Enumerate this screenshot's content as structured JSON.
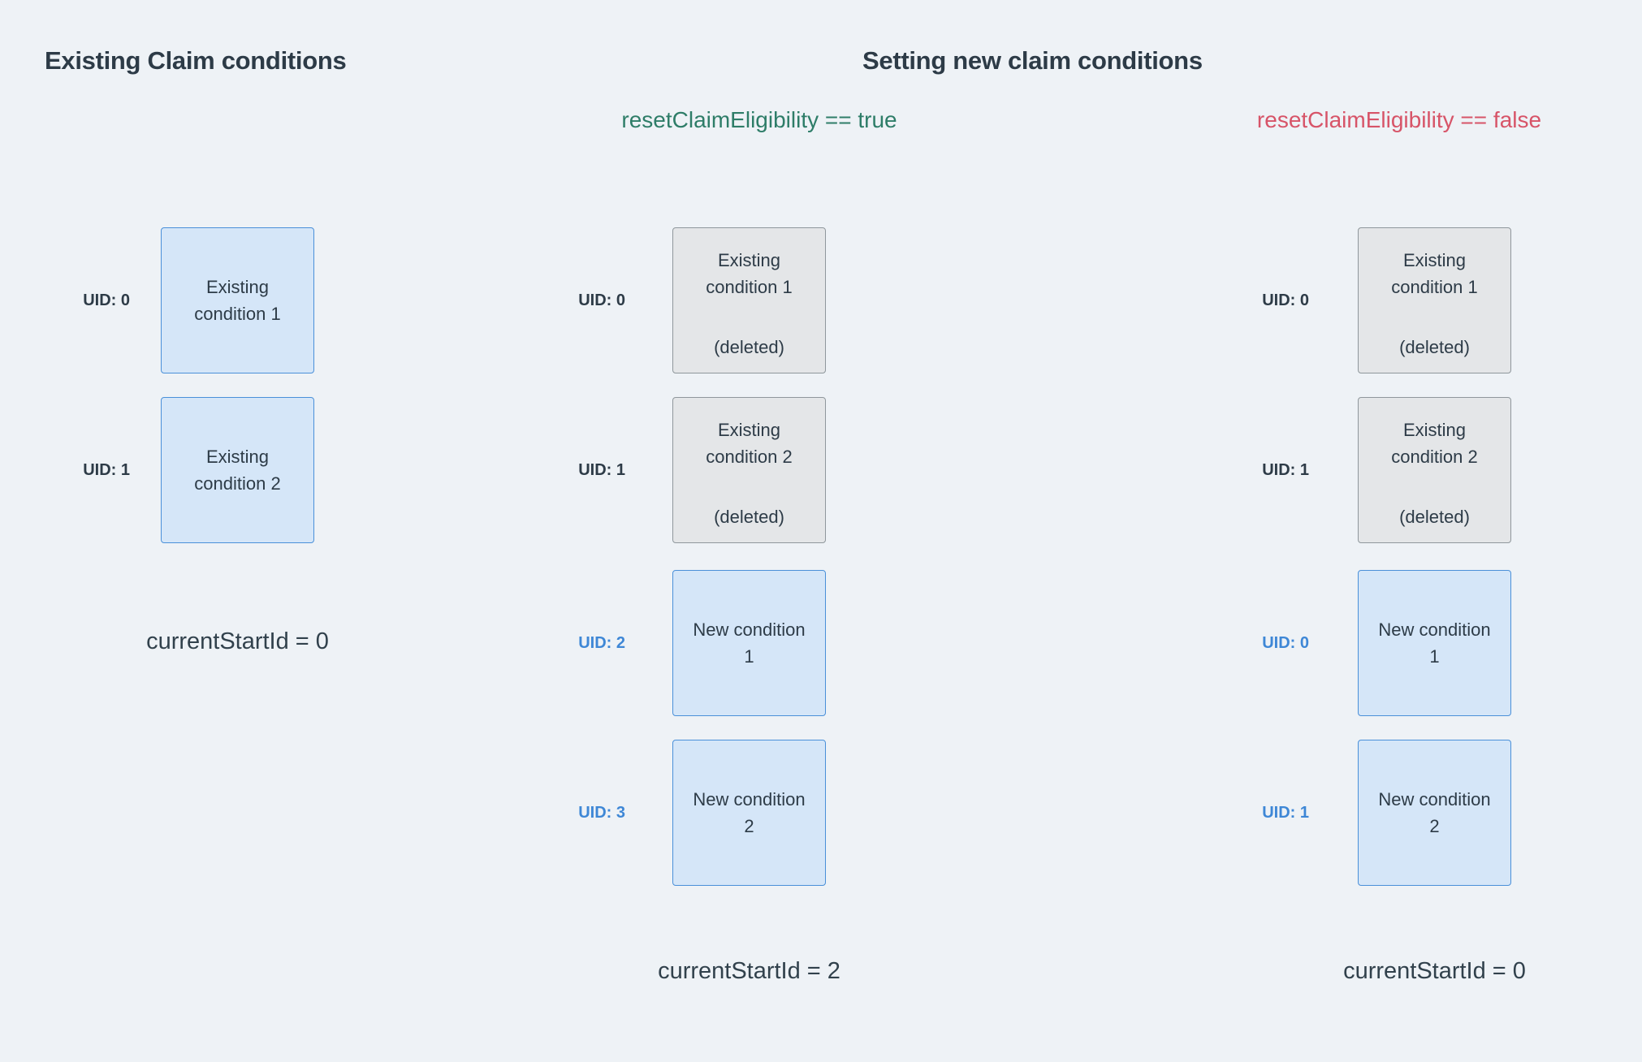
{
  "headings": {
    "left": "Existing Claim conditions",
    "right": "Setting new claim conditions"
  },
  "scenarios": {
    "true_label": "resetClaimEligibility == true",
    "false_label": "resetClaimEligibility == false"
  },
  "colors": {
    "bg": "#eef2f6",
    "ink": "#2d3b47",
    "green": "#2e7d68",
    "red": "#d75468",
    "blue_label": "#3e87d6",
    "box_blue_fill": "#d5e6f8",
    "box_blue_border": "#4a90d9",
    "box_gray_fill": "#e4e6e8",
    "box_gray_border": "#8f979c"
  },
  "columns": [
    {
      "name": "existing-claim-conditions",
      "rows": [
        {
          "uid": "UID: 0",
          "uid_style": "dark",
          "box": "blue",
          "lines": [
            "Existing",
            "condition 1"
          ]
        },
        {
          "uid": "UID: 1",
          "uid_style": "dark",
          "box": "blue",
          "lines": [
            "Existing",
            "condition 2"
          ]
        }
      ],
      "footer": "currentStartId = 0"
    },
    {
      "name": "reset-true",
      "rows": [
        {
          "uid": "UID: 0",
          "uid_style": "dark",
          "box": "gray",
          "lines": [
            "Existing",
            "condition 1"
          ],
          "note": "(deleted)"
        },
        {
          "uid": "UID: 1",
          "uid_style": "dark",
          "box": "gray",
          "lines": [
            "Existing",
            "condition 2"
          ],
          "note": "(deleted)"
        },
        {
          "uid": "UID: 2",
          "uid_style": "blue",
          "box": "blue",
          "lines": [
            "New condition",
            "1"
          ]
        },
        {
          "uid": "UID: 3",
          "uid_style": "blue",
          "box": "blue",
          "lines": [
            "New condition",
            "2"
          ]
        }
      ],
      "footer": "currentStartId = 2"
    },
    {
      "name": "reset-false",
      "rows": [
        {
          "uid": "UID: 0",
          "uid_style": "dark",
          "box": "gray",
          "lines": [
            "Existing",
            "condition 1"
          ],
          "note": "(deleted)"
        },
        {
          "uid": "UID: 1",
          "uid_style": "dark",
          "box": "gray",
          "lines": [
            "Existing",
            "condition 2"
          ],
          "note": "(deleted)"
        },
        {
          "uid": "UID: 0",
          "uid_style": "blue",
          "box": "blue",
          "lines": [
            "New condition",
            "1"
          ]
        },
        {
          "uid": "UID: 1",
          "uid_style": "blue",
          "box": "blue",
          "lines": [
            "New condition",
            "2"
          ]
        }
      ],
      "footer": "currentStartId = 0"
    }
  ]
}
